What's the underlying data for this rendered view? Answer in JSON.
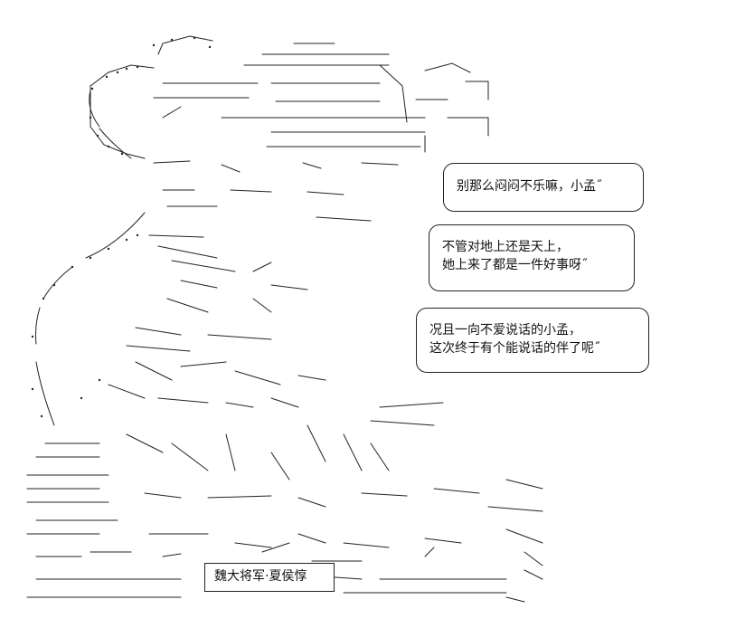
{
  "bubbles": {
    "bubble_1": {
      "lines": [
        "别那么闷闷不乐嘛，小孟˝"
      ]
    },
    "bubble_2": {
      "lines": [
        "不管对地上还是天上，",
        "她上来了都是一件好事呀˝"
      ]
    },
    "bubble_3": {
      "lines": [
        "况且一向不爱说话的小孟，",
        "这次终于有个能说话的伴了呢˝"
      ]
    }
  },
  "caption": {
    "text": "魏大将军·夏侯惇"
  }
}
